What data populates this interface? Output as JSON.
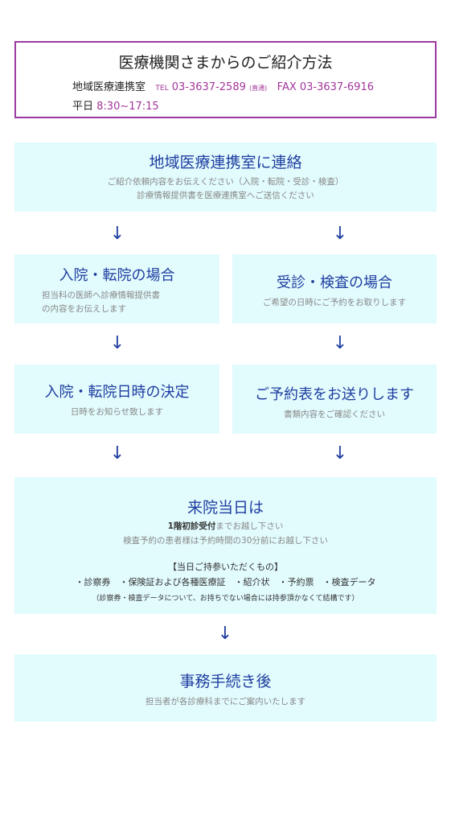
{
  "header": {
    "title": "医療機関さまからのご紹介方法",
    "dept": "地域医療連携室",
    "tel_label": "TEL",
    "tel": "03-3637-2589",
    "tel_note": "(直通)",
    "fax_label": "FAX",
    "fax": "03-3637-6916",
    "hours_label": "平日",
    "hours": "8:30~17:15"
  },
  "step1": {
    "title": "地域医療連携室に連絡",
    "lines": [
      "ご紹介依頼内容をお伝えください（入院・転院・受診・検査）",
      "診療情報提供書を医療連携室へご送信ください"
    ]
  },
  "arrow_glyph": "↓",
  "left": {
    "step2_title": "入院・転院の場合",
    "step2_lines": [
      "担当科の医師へ診療情報提供書",
      "の内容をお伝えします"
    ],
    "step3_title": "入院・転院日時の決定",
    "step3_line": "日時をお知らせ致します"
  },
  "right": {
    "step2_title": "受診・検査の場合",
    "step2_line": "ご希望の日時にご予約をお取りします",
    "step3_title": "ご予約表をお送りします",
    "step3_line": "書類内容をご確認ください"
  },
  "visit": {
    "title": "来院当日は",
    "line1_bold": "1階初診受付",
    "line1_rest": "までお越し下さい",
    "line2": "検査予約の患者様は予約時間の30分前にお越し下さい",
    "bring_title": "【当日ご持参いただくもの】",
    "bring_items": "・診察券　・保険証および各種医療証　・紹介状　・予約票　・検査データ",
    "bring_note": "（診察券・検査データについて、お持ちでない場合には持参頂かなくて結構です）"
  },
  "final": {
    "title": "事務手続き後",
    "line": "担当者が各診療科までにご案内いたします"
  }
}
